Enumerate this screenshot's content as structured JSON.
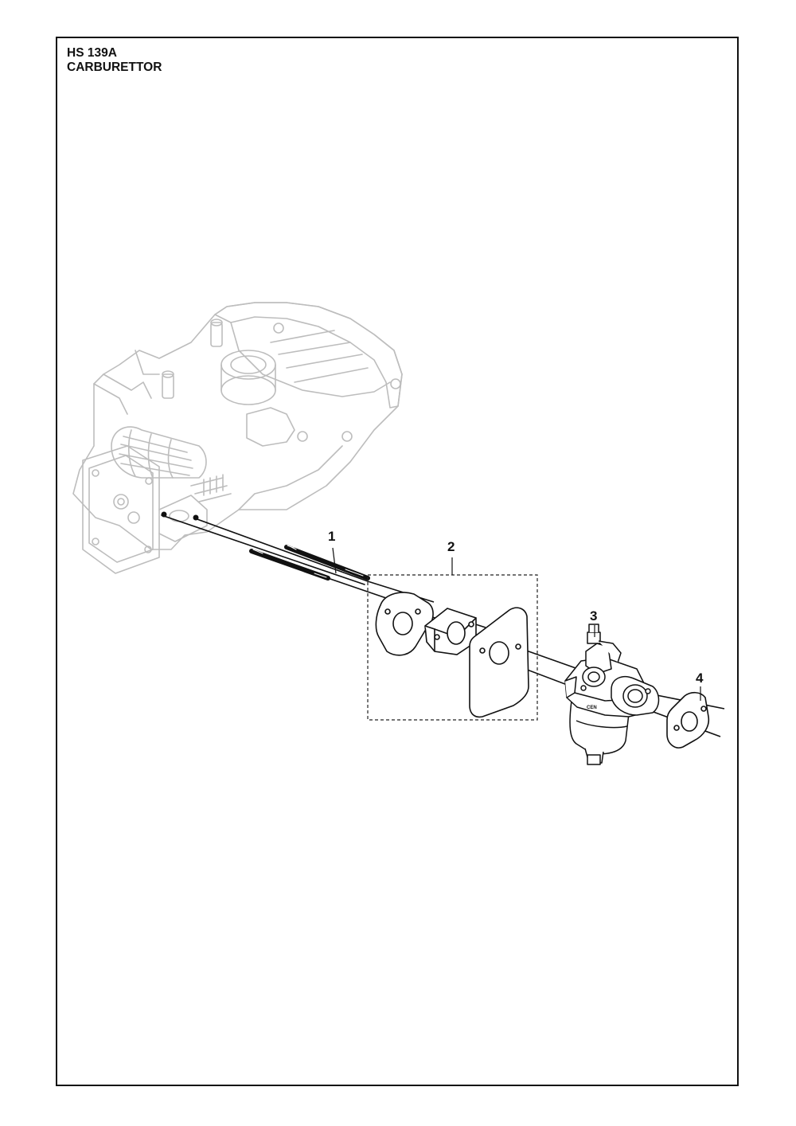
{
  "header": {
    "model": "HS 139A",
    "section": "CARBURETTOR"
  },
  "callouts": [
    {
      "id": "1",
      "label": "1"
    },
    {
      "id": "2",
      "label": "2"
    },
    {
      "id": "3",
      "label": "3"
    },
    {
      "id": "4",
      "label": "4"
    }
  ],
  "carb_marking": "CEN"
}
